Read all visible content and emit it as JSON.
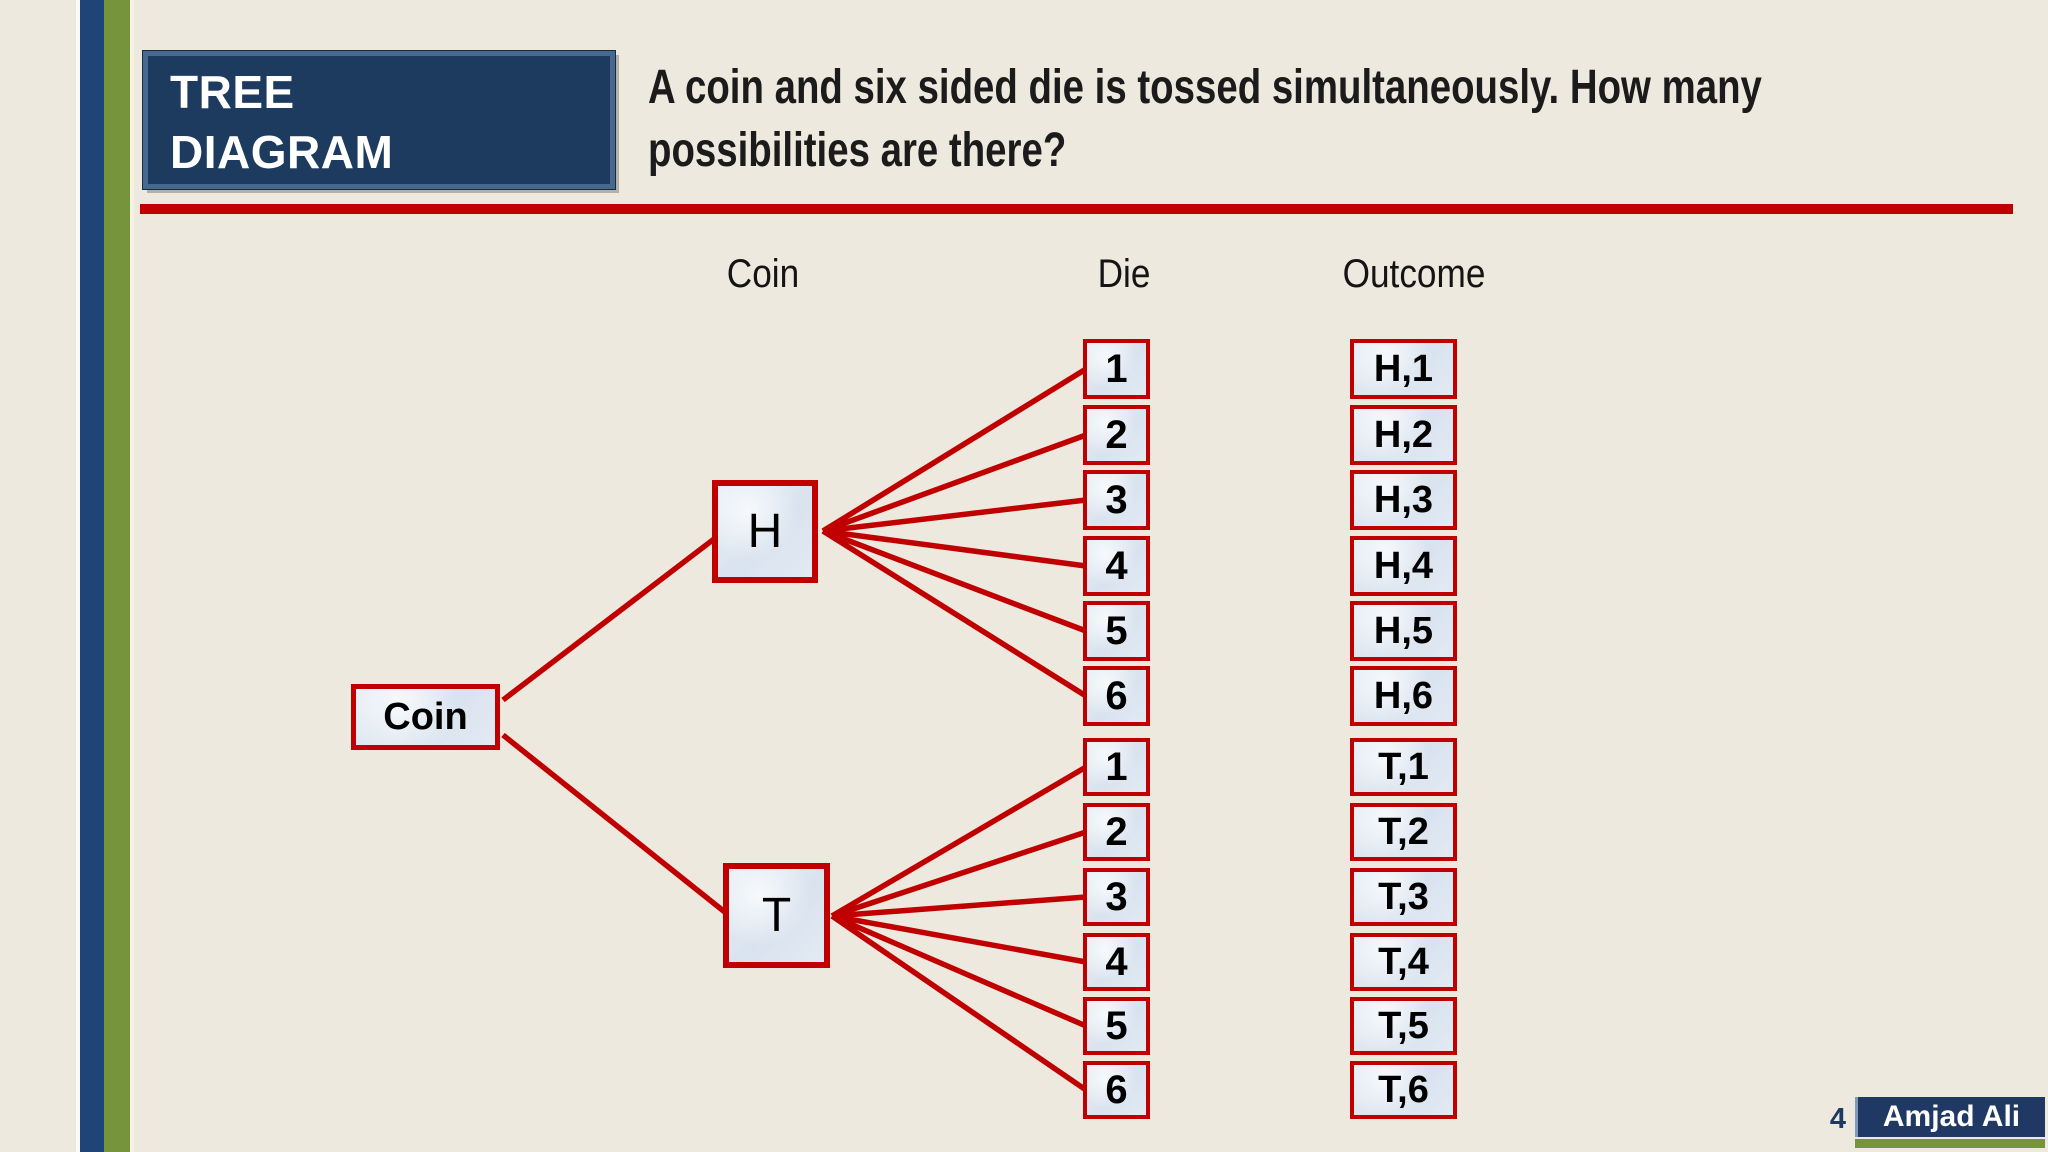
{
  "slide": {
    "title_lines": [
      "TREE",
      "DIAGRAM"
    ],
    "question_lines": [
      "A coin and six sided die is tossed simultaneously. How many",
      "possibilities are there?"
    ],
    "page_number": "4",
    "author": "Amjad Ali"
  },
  "diagram": {
    "column_headers": [
      "Coin",
      "Die",
      "Outcome"
    ],
    "root_label": "Coin",
    "branches": [
      {
        "label": "H",
        "die": [
          "1",
          "2",
          "3",
          "4",
          "5",
          "6"
        ],
        "outcomes": [
          "H,1",
          "H,2",
          "H,3",
          "H,4",
          "H,5",
          "H,6"
        ]
      },
      {
        "label": "T",
        "die": [
          "1",
          "2",
          "3",
          "4",
          "5",
          "6"
        ],
        "outcomes": [
          "T,1",
          "T,2",
          "T,3",
          "T,4",
          "T,5",
          "T,6"
        ]
      }
    ]
  },
  "colors": {
    "background": "#EDE9DE",
    "accent_red": "#C00000",
    "title_navy": "#1D3B5E",
    "title_border": "#47698F",
    "stripe_blue": "#1F4477",
    "stripe_green": "#76943C",
    "node_fill": "#DCE6F1",
    "footer_navy": "#1F3864"
  }
}
